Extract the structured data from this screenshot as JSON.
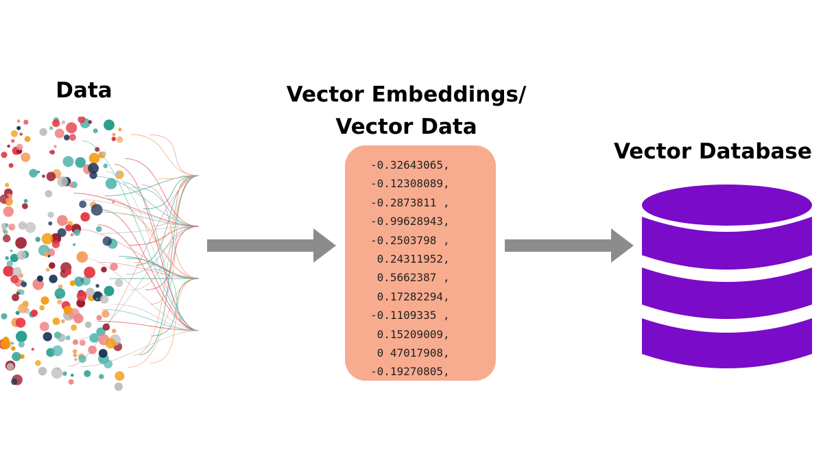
{
  "titles": {
    "data": "Data",
    "embeddings_line1": "Vector Embeddings/",
    "embeddings_line2": "Vector Data",
    "database": "Vector Database"
  },
  "vector_values": [
    "-0.32643065,",
    "-0.12308089,",
    "-0.2873811 ,",
    "-0.99628943,",
    "-0.2503798 ,",
    " 0.24311952,",
    " 0.5662387 ,",
    " 0.17282294,",
    "-0.1109335 ,",
    " 0.15209009,",
    " 0 47017908,",
    "-0.19270805,"
  ],
  "colors": {
    "card": "#f8ac8f",
    "arrow": "#8c8c8c",
    "database": "#7a0bc8",
    "dots": [
      "#e63946",
      "#2a9d8f",
      "#f4a261",
      "#f39c12",
      "#1d3557",
      "#9b1d2c",
      "#f08a8a",
      "#bfbfbf",
      "#58b8b0"
    ]
  },
  "icons": {
    "data_graphic": "scattered-dots-network-icon",
    "arrow": "right-arrow-icon",
    "database": "database-cylinder-icon"
  }
}
